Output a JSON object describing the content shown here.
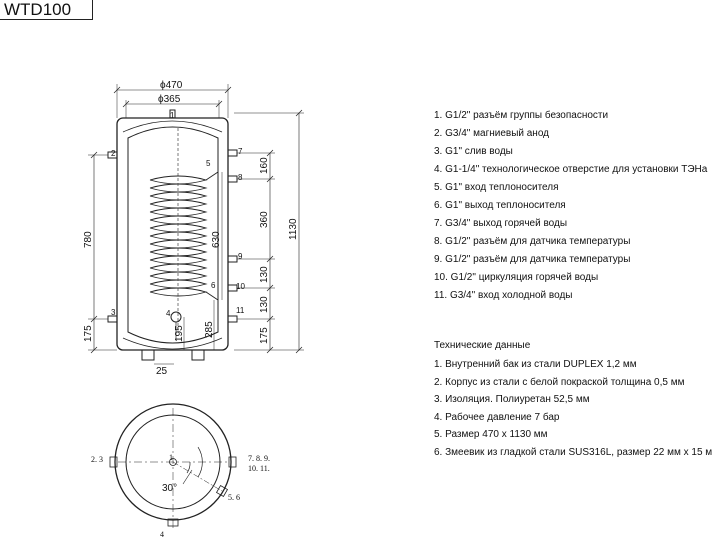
{
  "model": "WTD100",
  "side_view": {
    "dims": {
      "outer_diameter": "ϕ470",
      "inner_diameter": "ϕ365",
      "height_total": "1130",
      "d780": "780",
      "d175_left": "175",
      "d160": "160",
      "d360": "360",
      "d630": "630",
      "d130_a": "130",
      "d130_b": "130",
      "d175_right": "175",
      "d285": "285",
      "d195": "195",
      "d25": "25"
    },
    "port_labels": [
      "1",
      "2",
      "3",
      "4",
      "5",
      "6",
      "7",
      "8",
      "9",
      "10",
      "11"
    ]
  },
  "top_view": {
    "left_label": "2. 3",
    "right_label_1": "7. 8. 9.",
    "right_label_2": "10. 11.",
    "bottom_label": "4",
    "center_label": "1",
    "angle_label": "30°",
    "port_label": "5. 6"
  },
  "legend": [
    "1. G1/2\" разъём группы безопасности",
    "2. G3/4\" магниевый анод",
    "3. G1\" слив воды",
    "4. G1-1/4\" технологическое отверстие для установки ТЭНа",
    "5. G1\" вход теплоносителя",
    "6. G1\" выход теплоносителя",
    "7. G3/4\" выход горячей воды",
    "8. G1/2\" разъём для датчика температуры",
    "9. G1/2\" разъём для датчика температуры",
    "10. G1/2\" циркуляция горячей воды",
    "11. G3/4\" вход холодной воды"
  ],
  "specs": {
    "heading": "Технические данные",
    "items": [
      "1. Внутренний бак из стали DUPLEX 1,2 мм",
      "2. Корпус из стали с белой покраской толщина 0,5 мм",
      "3. Изоляция. Полиуретан 52,5 мм",
      "4. Рабочее давление 7 бар",
      "5. Размер 470 х 1130 мм",
      "6. Змеевик из гладкой стали SUS316L, размер 22 мм х 15 м"
    ]
  }
}
